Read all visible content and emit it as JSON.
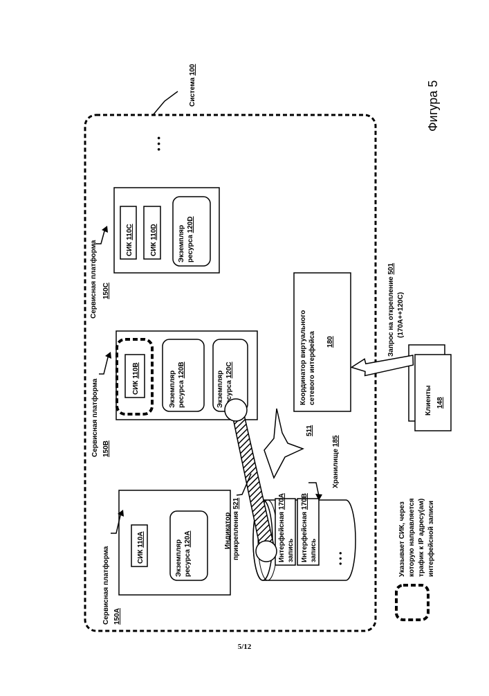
{
  "figure_title": "Фигура 5",
  "page_number": "5/12",
  "system": {
    "label": "Система",
    "num": "100"
  },
  "platforms": [
    {
      "label": "Сервисная платформа",
      "num": "150A"
    },
    {
      "label": "Сервисная платформа",
      "num": "150B"
    },
    {
      "label": "Сервисная платформа",
      "num": "150C"
    }
  ],
  "nic_label": "СИК",
  "nics": [
    "110A",
    "110B",
    "110C",
    "110D"
  ],
  "resource": {
    "line1": "Экземпляр",
    "line2": "ресурса"
  },
  "resources": [
    "120A",
    "120B",
    "120C",
    "120D"
  ],
  "storage": {
    "label": "Хранилище",
    "num": "185"
  },
  "records": [
    {
      "line1": "Интерфейсная",
      "num": "170A",
      "line2": "запись"
    },
    {
      "line1": "Интерфейсная",
      "num": "170B",
      "line2": "запись"
    }
  ],
  "attachment": {
    "line1": "Индикатор",
    "line2": "прикрепления",
    "num": "521"
  },
  "arrow_label": "511",
  "coordinator": {
    "line1": "Координатор виртуального",
    "line2": "сетевого интерфейса",
    "num": "180"
  },
  "detach_request": {
    "line1": "Запрос на открепление",
    "line2": "(170A++120C)",
    "num": "501"
  },
  "clients": {
    "label": "Клиенты",
    "num": "148"
  },
  "ellipsis": "• • •",
  "legend_text": [
    "Указывает СИК, через",
    "которую направляется",
    "трафик к IP адресу(ам)",
    "интерфейсной записи"
  ]
}
